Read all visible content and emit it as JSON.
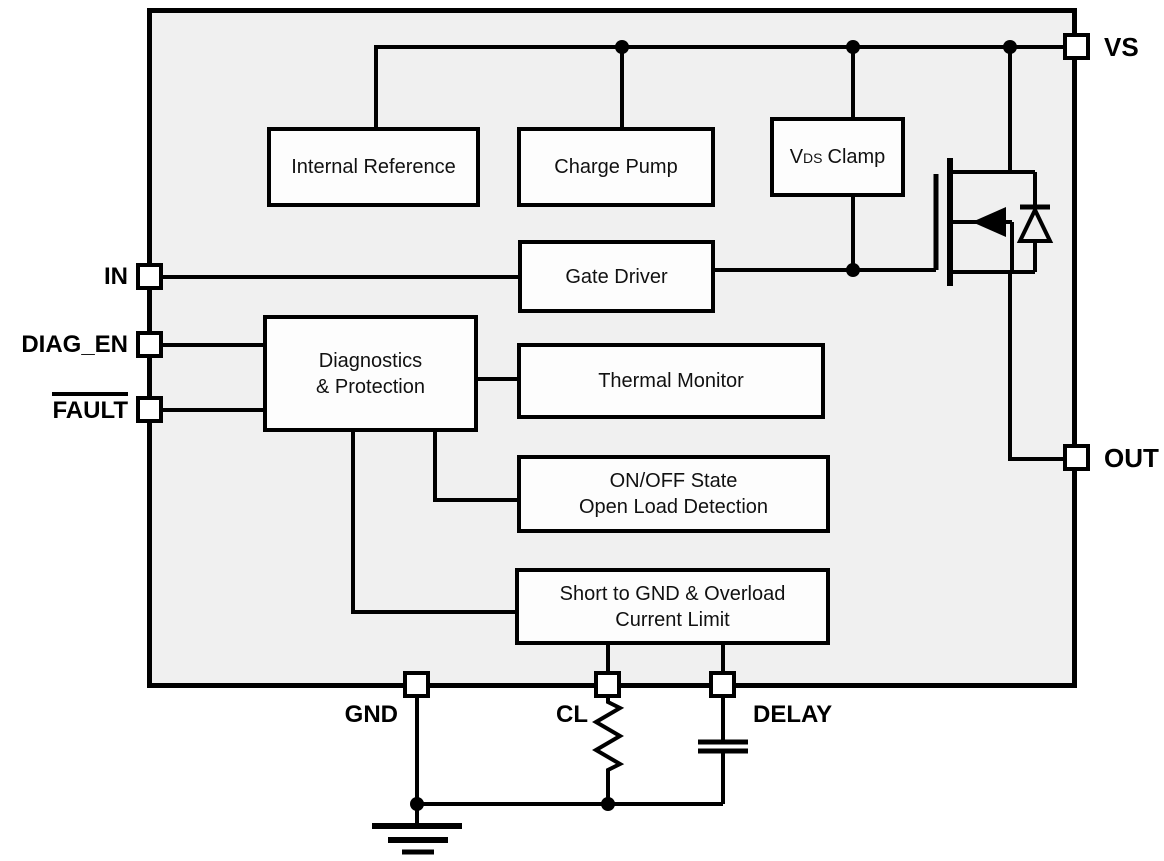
{
  "diagram": {
    "type": "ic-functional-block-diagram",
    "blocks": {
      "internal_reference": {
        "label": "Internal Reference"
      },
      "charge_pump": {
        "label": "Charge Pump"
      },
      "vds_clamp": {
        "prefix": "V",
        "sub": "DS",
        "rest": "Clamp"
      },
      "gate_driver": {
        "label": "Gate Driver"
      },
      "diagnostics": {
        "line1": "Diagnostics",
        "line2": "& Protection"
      },
      "thermal_monitor": {
        "label": "Thermal Monitor"
      },
      "open_load": {
        "line1": "ON/OFF State",
        "line2": "Open Load Detection"
      },
      "short_gnd": {
        "line1": "Short to GND & Overload",
        "line2": "Current Limit"
      }
    },
    "pins": {
      "vs": "VS",
      "in": "IN",
      "diag_en": "DIAG_EN",
      "fault": "FAULT",
      "out": "OUT",
      "gnd": "GND",
      "cl": "CL",
      "delay": "DELAY"
    },
    "components": {
      "mosfet": "power-mosfet-with-body-diode",
      "resistor": "current-limit-resistor",
      "capacitor": "delay-capacitor",
      "ground": "earth-ground"
    },
    "colors": {
      "ic_fill": "#f0f0f0",
      "block_fill": "#fdfdfd",
      "line": "#000000",
      "background": "#ffffff"
    }
  }
}
